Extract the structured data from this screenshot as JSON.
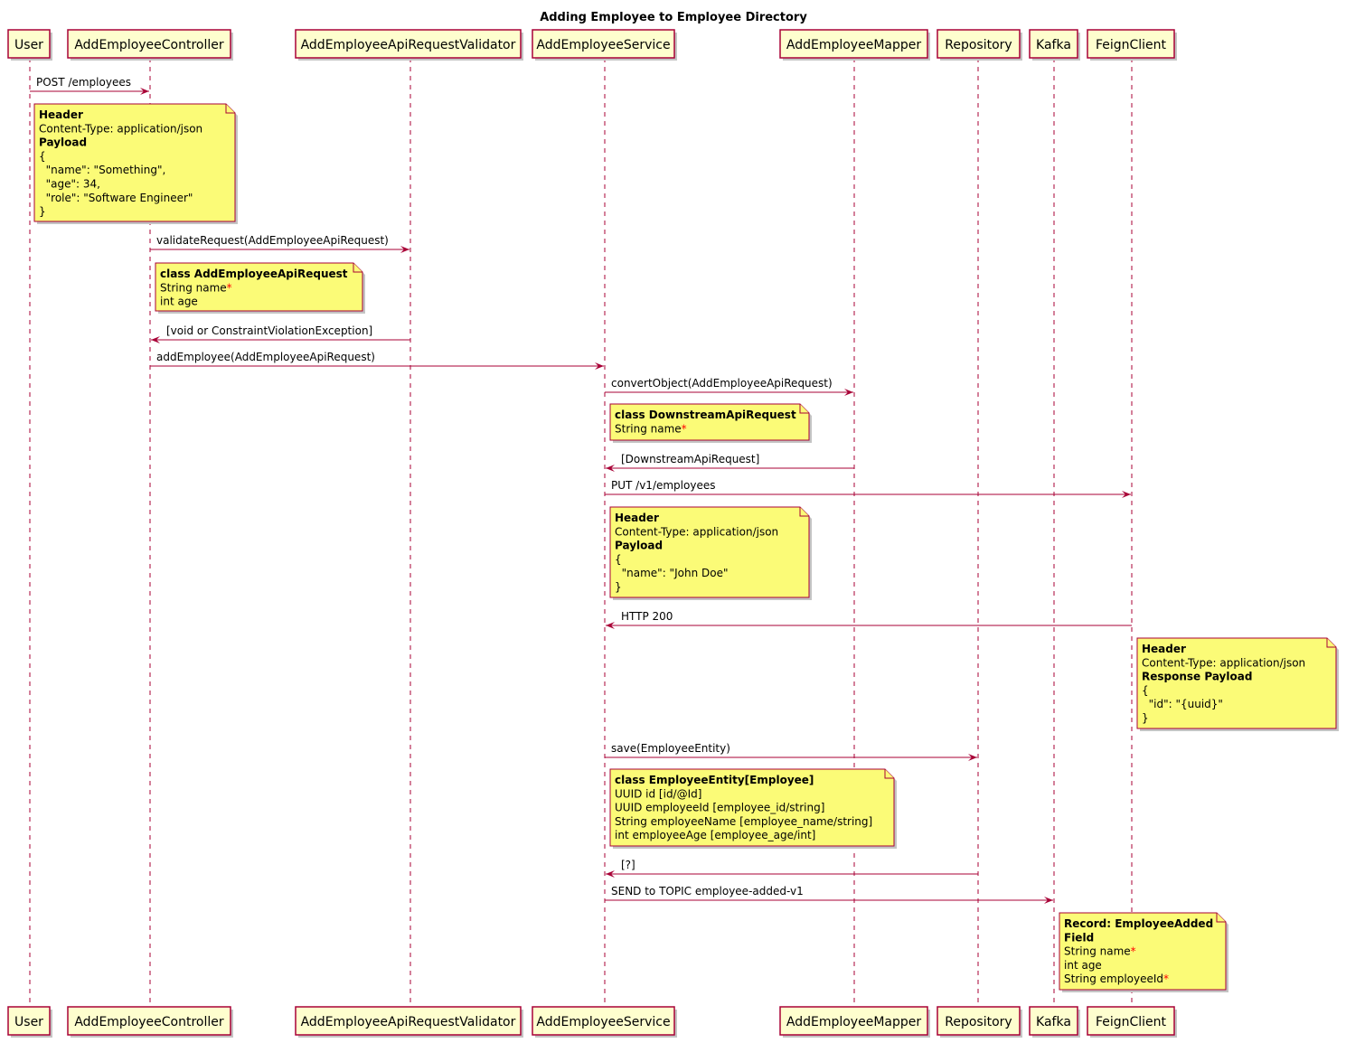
{
  "title": "Adding Employee to Employee Directory",
  "colors": {
    "participant_fill": "#FEFECE",
    "border": "#A80036",
    "note_fill": "#FBFB77",
    "required_marker": "#FF0000"
  },
  "participants": [
    {
      "id": "user",
      "label": "User"
    },
    {
      "id": "controller",
      "label": "AddEmployeeController"
    },
    {
      "id": "validator",
      "label": "AddEmployeeApiRequestValidator"
    },
    {
      "id": "service",
      "label": "AddEmployeeService"
    },
    {
      "id": "mapper",
      "label": "AddEmployeeMapper"
    },
    {
      "id": "repository",
      "label": "Repository"
    },
    {
      "id": "kafka",
      "label": "Kafka"
    },
    {
      "id": "feign",
      "label": "FeignClient"
    }
  ],
  "messages": [
    {
      "from": "user",
      "to": "controller",
      "label": "POST /employees"
    },
    {
      "from": "controller",
      "to": "validator",
      "label": "validateRequest(AddEmployeeApiRequest)"
    },
    {
      "from": "validator",
      "to": "controller",
      "label": "[void or ConstraintViolationException]"
    },
    {
      "from": "controller",
      "to": "service",
      "label": "addEmployee(AddEmployeeApiRequest)"
    },
    {
      "from": "service",
      "to": "mapper",
      "label": "convertObject(AddEmployeeApiRequest)"
    },
    {
      "from": "mapper",
      "to": "service",
      "label": "[DownstreamApiRequest]"
    },
    {
      "from": "service",
      "to": "feign",
      "label": "PUT /v1/employees"
    },
    {
      "from": "feign",
      "to": "service",
      "label": "HTTP 200"
    },
    {
      "from": "service",
      "to": "repository",
      "label": "save(EmployeeEntity)"
    },
    {
      "from": "repository",
      "to": "service",
      "label": "[?]"
    },
    {
      "from": "service",
      "to": "kafka",
      "label": "SEND to TOPIC employee-added-v1"
    }
  ],
  "notes": [
    {
      "lines": [
        {
          "text": "Header",
          "bold": true
        },
        {
          "text": "Content-Type: application/json"
        },
        {
          "text": "Payload",
          "bold": true
        },
        {
          "text": "{"
        },
        {
          "text": "  \"name\": \"Something\","
        },
        {
          "text": "  \"age\": 34,"
        },
        {
          "text": "  \"role\": \"Software Engineer\""
        },
        {
          "text": "}"
        }
      ]
    },
    {
      "lines": [
        {
          "text": "class AddEmployeeApiRequest",
          "bold": true
        },
        {
          "text": "String name",
          "required": "*"
        },
        {
          "text": "int age"
        }
      ]
    },
    {
      "lines": [
        {
          "text": "class DownstreamApiRequest",
          "bold": true
        },
        {
          "text": "String name",
          "required": "*"
        }
      ]
    },
    {
      "lines": [
        {
          "text": "Header",
          "bold": true
        },
        {
          "text": "Content-Type: application/json"
        },
        {
          "text": "Payload",
          "bold": true
        },
        {
          "text": "{"
        },
        {
          "text": "  \"name\": \"John Doe\""
        },
        {
          "text": "}"
        }
      ]
    },
    {
      "lines": [
        {
          "text": "Header",
          "bold": true
        },
        {
          "text": "Content-Type: application/json"
        },
        {
          "text": "Response Payload",
          "bold": true
        },
        {
          "text": "{"
        },
        {
          "text": "  \"id\": \"{uuid}\""
        },
        {
          "text": "}"
        }
      ]
    },
    {
      "lines": [
        {
          "text": "class EmployeeEntity[Employee]",
          "bold": true
        },
        {
          "text": "UUID id [id/@Id]"
        },
        {
          "text": "UUID employeeId [employee_id/string]"
        },
        {
          "text": "String employeeName [employee_name/string]"
        },
        {
          "text": "int employeeAge [employee_age/int]"
        }
      ]
    },
    {
      "lines": [
        {
          "text": "Record: EmployeeAdded",
          "bold": true
        },
        {
          "text": "Field",
          "bold": true
        },
        {
          "text": "String name",
          "required": "*"
        },
        {
          "text": "int age"
        },
        {
          "text": "String employeeId",
          "required": "*"
        }
      ]
    }
  ]
}
